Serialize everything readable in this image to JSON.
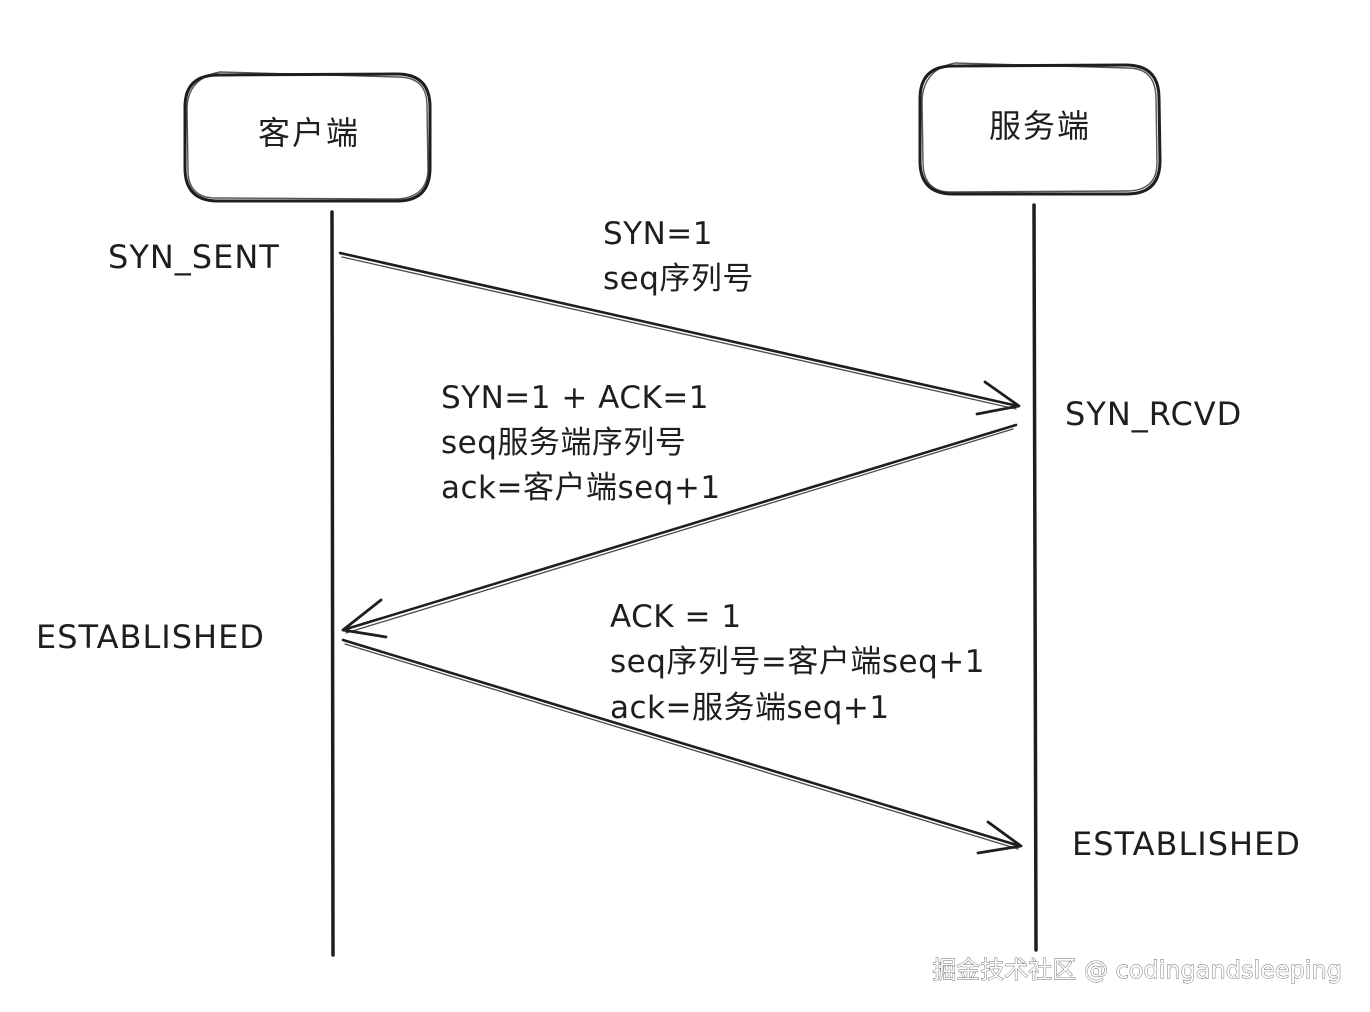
{
  "participants": {
    "client": "客户端",
    "server": "服务端"
  },
  "states": {
    "client_syn_sent": "SYN_SENT",
    "server_syn_rcvd": "SYN_RCVD",
    "client_established": "ESTABLISHED",
    "server_established": "ESTABLISHED"
  },
  "messages": [
    {
      "lines": [
        "SYN=1",
        "seq序列号"
      ]
    },
    {
      "lines": [
        "SYN=1 + ACK=1",
        "seq服务端序列号",
        "ack=客户端seq+1"
      ]
    },
    {
      "lines": [
        "ACK = 1",
        "seq序列号=客户端seq+1",
        "ack=服务端seq+1"
      ]
    }
  ],
  "watermark": "掘金技术社区 @ codingandsleeping",
  "colors": {
    "stroke": "#1e1e1e",
    "background": "#ffffff"
  }
}
